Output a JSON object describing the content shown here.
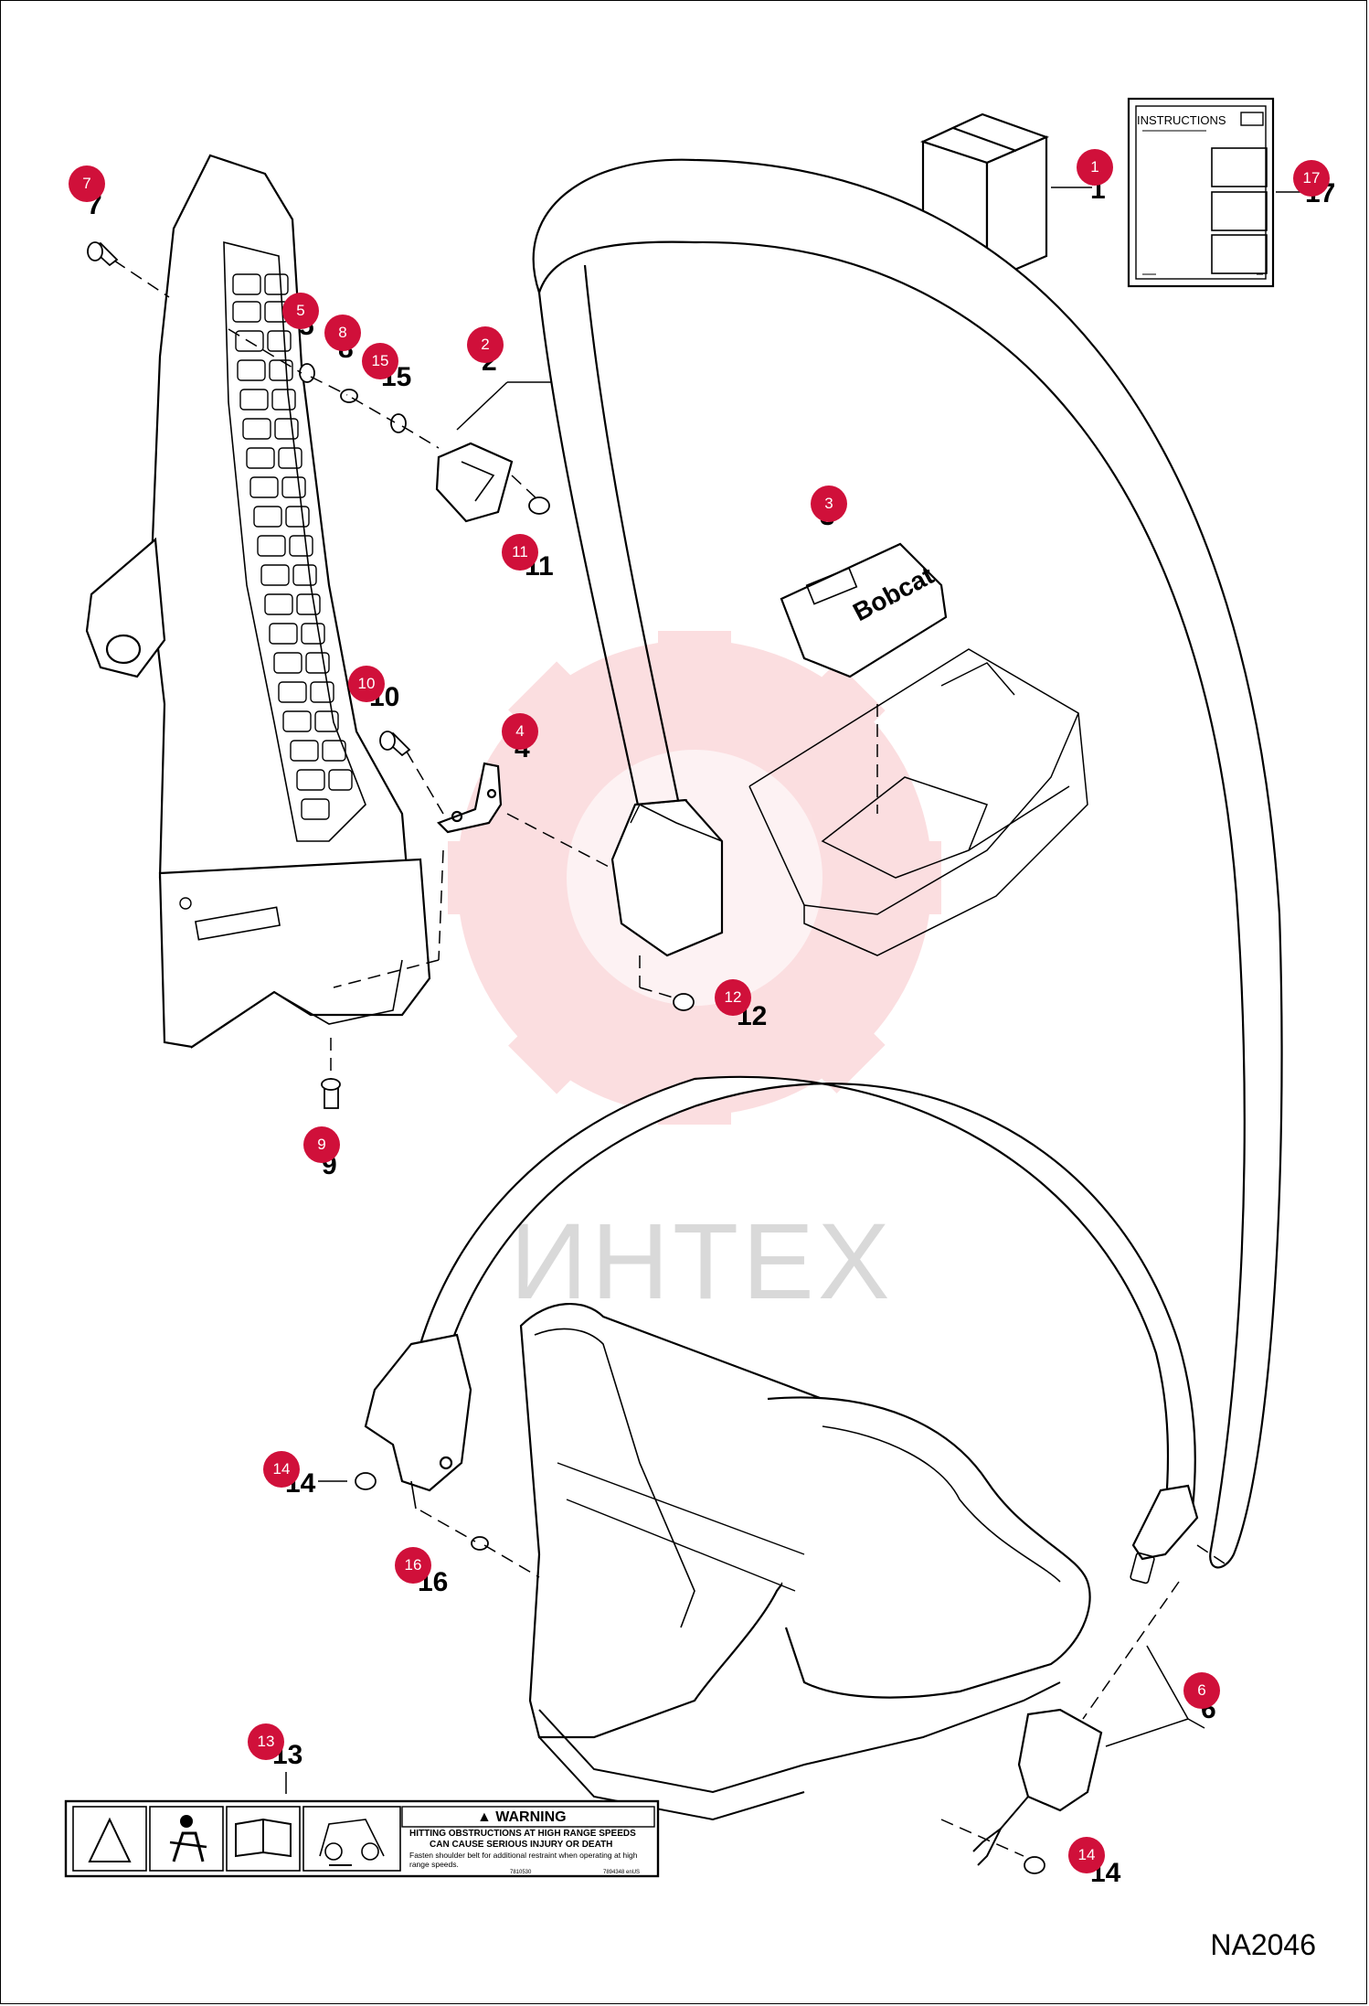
{
  "drawing_code": "NA2046",
  "watermark_text": "ИНТЕХ",
  "instructions_label": "INSTRUCTIONS",
  "decal": {
    "warning_title": "▲ WARNING",
    "warning_line1": "HITTING OBSTRUCTIONS AT HIGH RANGE SPEEDS",
    "warning_line2": "CAN CAUSE SERIOUS INJURY OR DEATH",
    "warning_body1": "Fasten shoulder belt for additional restraint when operating at high",
    "warning_body2": "range speeds.",
    "code_left": "7810530",
    "code_right": "7894348 enUS"
  },
  "brand_logo_text": "Bobcat",
  "callout_color": "#d0103a",
  "parts": [
    {
      "num": "1",
      "label": "1"
    },
    {
      "num": "2",
      "label": "2"
    },
    {
      "num": "3",
      "label": "3"
    },
    {
      "num": "4",
      "label": "4"
    },
    {
      "num": "5",
      "label": "5"
    },
    {
      "num": "6",
      "label": "6"
    },
    {
      "num": "7",
      "label": "7"
    },
    {
      "num": "8",
      "label": "8"
    },
    {
      "num": "9",
      "label": "9"
    },
    {
      "num": "10",
      "label": "10"
    },
    {
      "num": "11",
      "label": "11"
    },
    {
      "num": "12",
      "label": "12"
    },
    {
      "num": "13",
      "label": "13"
    },
    {
      "num": "14",
      "label": "14"
    },
    {
      "num": "15",
      "label": "15"
    },
    {
      "num": "16",
      "label": "16"
    },
    {
      "num": "17",
      "label": "17"
    }
  ]
}
